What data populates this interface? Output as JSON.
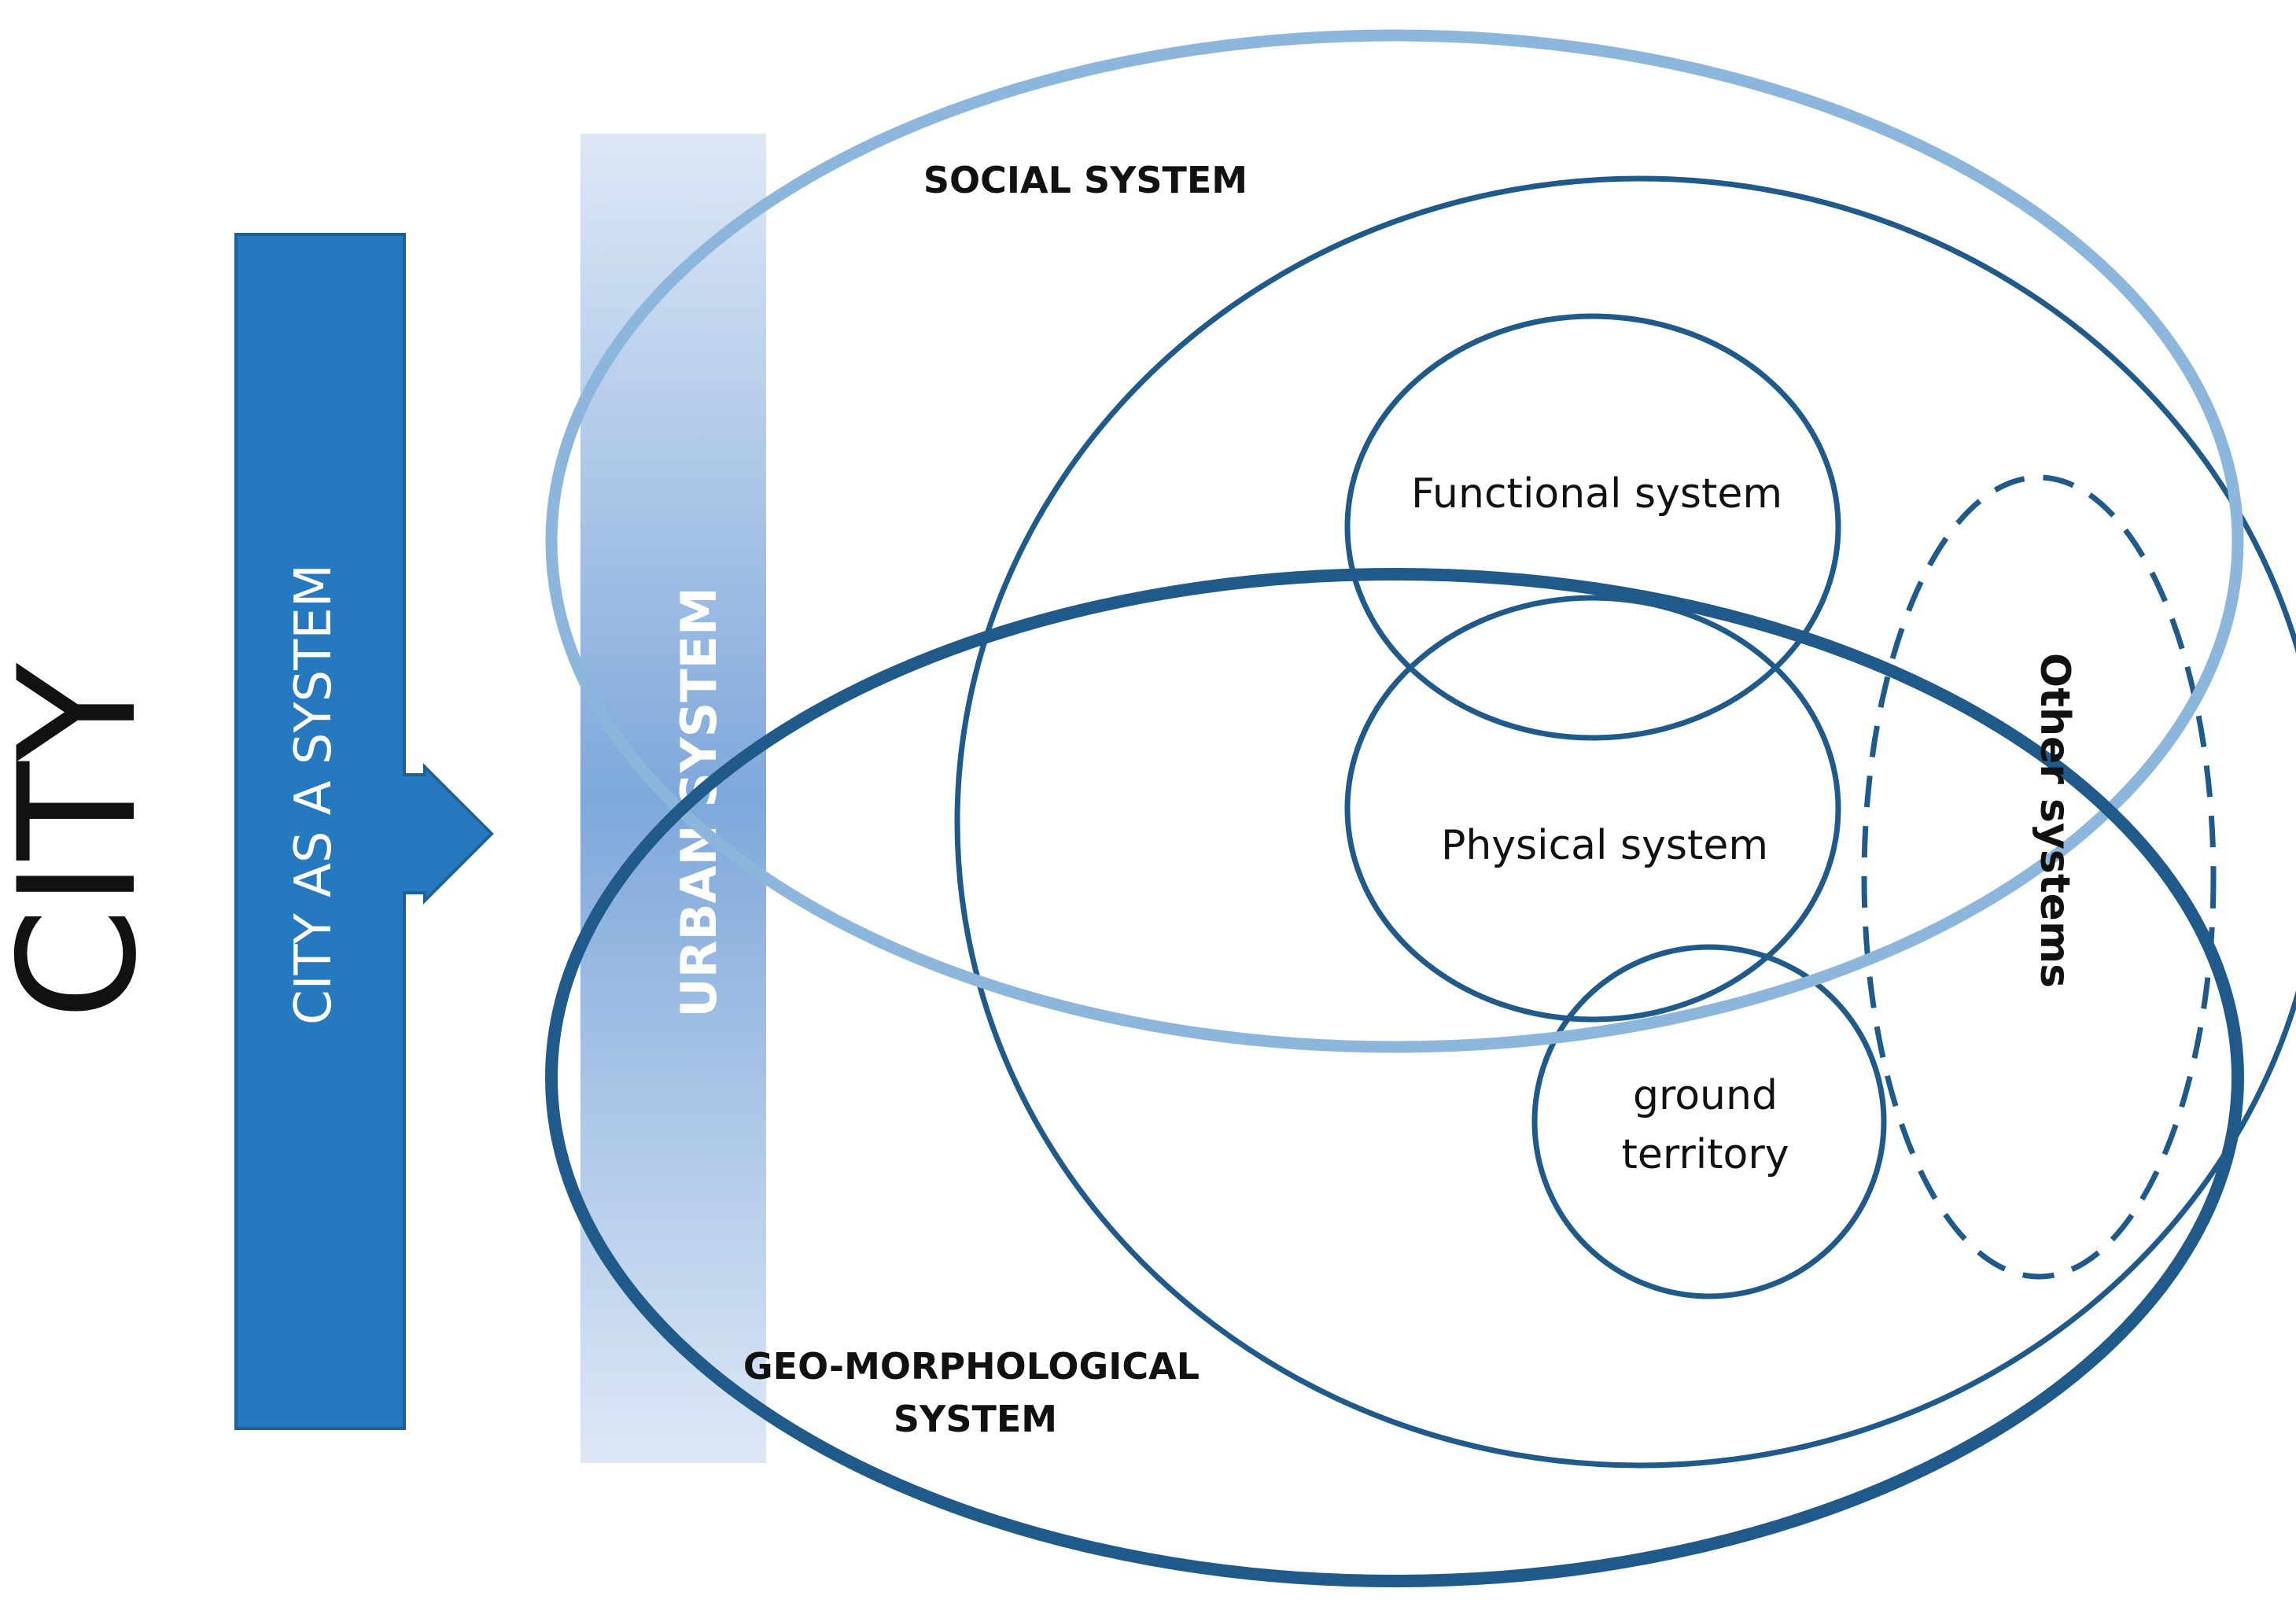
{
  "diagram": {
    "city_label": "CITY",
    "city_as_system_label": "CITY AS A SYSTEM",
    "urban_system_label": "URBAN SYSTEM",
    "social_system_label": "SOCIAL SYSTEM",
    "geo_label_line1": "GEO-MORPHOLOGICAL",
    "geo_label_line2": "SYSTEM",
    "functional_label": "Functional system",
    "physical_label": "Physical system",
    "ground_line1": "ground",
    "ground_line2": "territory",
    "other_label": "Other systems"
  },
  "colors": {
    "dark_blue": "#1f5a8b",
    "light_blue": "#8db6dc",
    "arrow_blue": "#2779bf",
    "text_dark": "#111111"
  }
}
